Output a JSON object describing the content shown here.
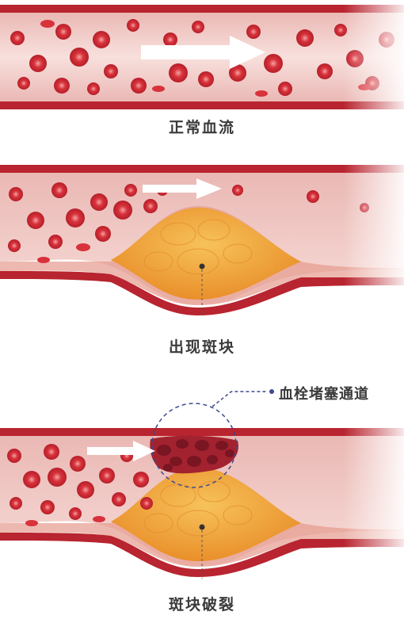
{
  "panels": [
    {
      "caption": "正常血流"
    },
    {
      "caption": "出现斑块"
    },
    {
      "caption": "斑块破裂"
    }
  ],
  "callout": {
    "label": "血栓堵塞通道"
  },
  "colors": {
    "vessel_wall": "#b8242f",
    "lumen": "#f3d2cf",
    "plaque": "#f0a93a",
    "red_cell": "#d8323b",
    "clot": "#7a1522",
    "arrow": "#ffffff",
    "callout_line": "#3d4a8f"
  }
}
